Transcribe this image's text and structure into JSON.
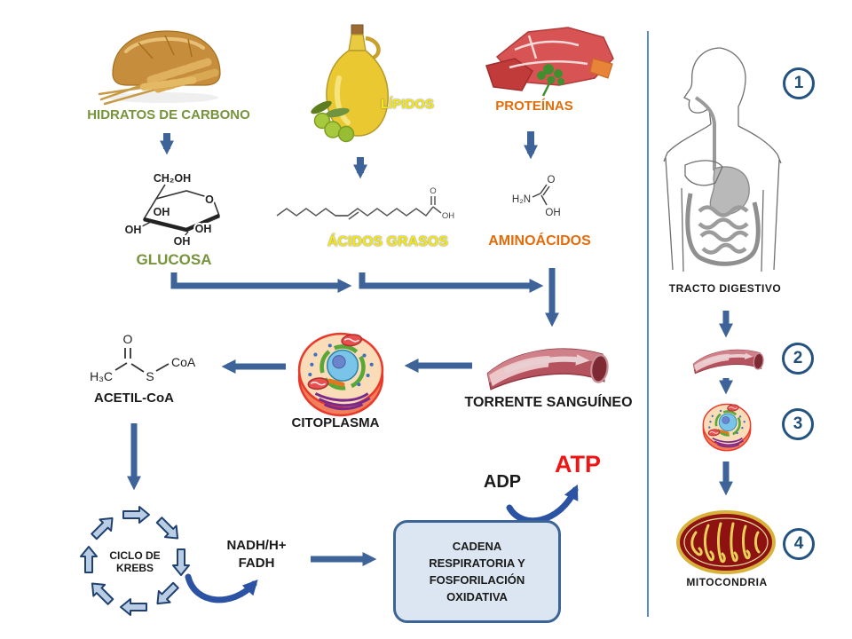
{
  "nutrients": {
    "carbohydrates": {
      "label": "HIDRATOS DE CARBONO",
      "molecule_label": "GLUCOSA",
      "molecule_groups": {
        "ch2oh": "CH₂OH",
        "ring_o": "O",
        "oh": "OH"
      }
    },
    "lipids": {
      "label": "LÍPIDOS",
      "molecule_label": "ÁCIDOS GRASOS",
      "molecule_groups": {
        "o": "O",
        "oh": "OH"
      }
    },
    "proteins": {
      "label": "PROTEÍNAS",
      "molecule_label": "AMINOÁCIDOS",
      "molecule_groups": {
        "h2n": "H₂N",
        "o": "O",
        "oh": "OH"
      }
    }
  },
  "pathway": {
    "bloodstream_label": "TORRENTE SANGUÍNEO",
    "cytoplasm_label": "CITOPLASMA",
    "acetyl_coa": {
      "label": "ACETIL-CoA",
      "groups": {
        "h3c": "H₃C",
        "o": "O",
        "s": "S",
        "coa": "CoA"
      }
    },
    "krebs": {
      "line1": "CICLO DE",
      "line2": "KREBS"
    },
    "carriers": {
      "line1": "NADH/H+",
      "line2": "FADH"
    },
    "chain_box": {
      "lines": [
        "CADENA",
        "RESPIRATORIA Y",
        "FOSFORILACIÓN",
        "OXIDATIVA"
      ]
    },
    "adp": "ADP",
    "atp": "ATP"
  },
  "right_panel": {
    "steps": [
      {
        "number": "1",
        "label": "TRACTO DIGESTIVO"
      },
      {
        "number": "2"
      },
      {
        "number": "3"
      },
      {
        "number": "4",
        "label": "MITOCONDRIA"
      }
    ]
  },
  "colors": {
    "arrow_steel_blue": "#3d6399",
    "arrow_bright_blue": "#2b52a3",
    "krebs_arrow_fill": "#b9cde5",
    "label_green": "#77933c",
    "label_yellow": "#f5ea0b",
    "label_orange": "#e36c0a",
    "atp_red": "#ee1515",
    "box_fill": "#dce6f2",
    "box_border": "#3c6494",
    "badge_blue": "#24537f"
  }
}
